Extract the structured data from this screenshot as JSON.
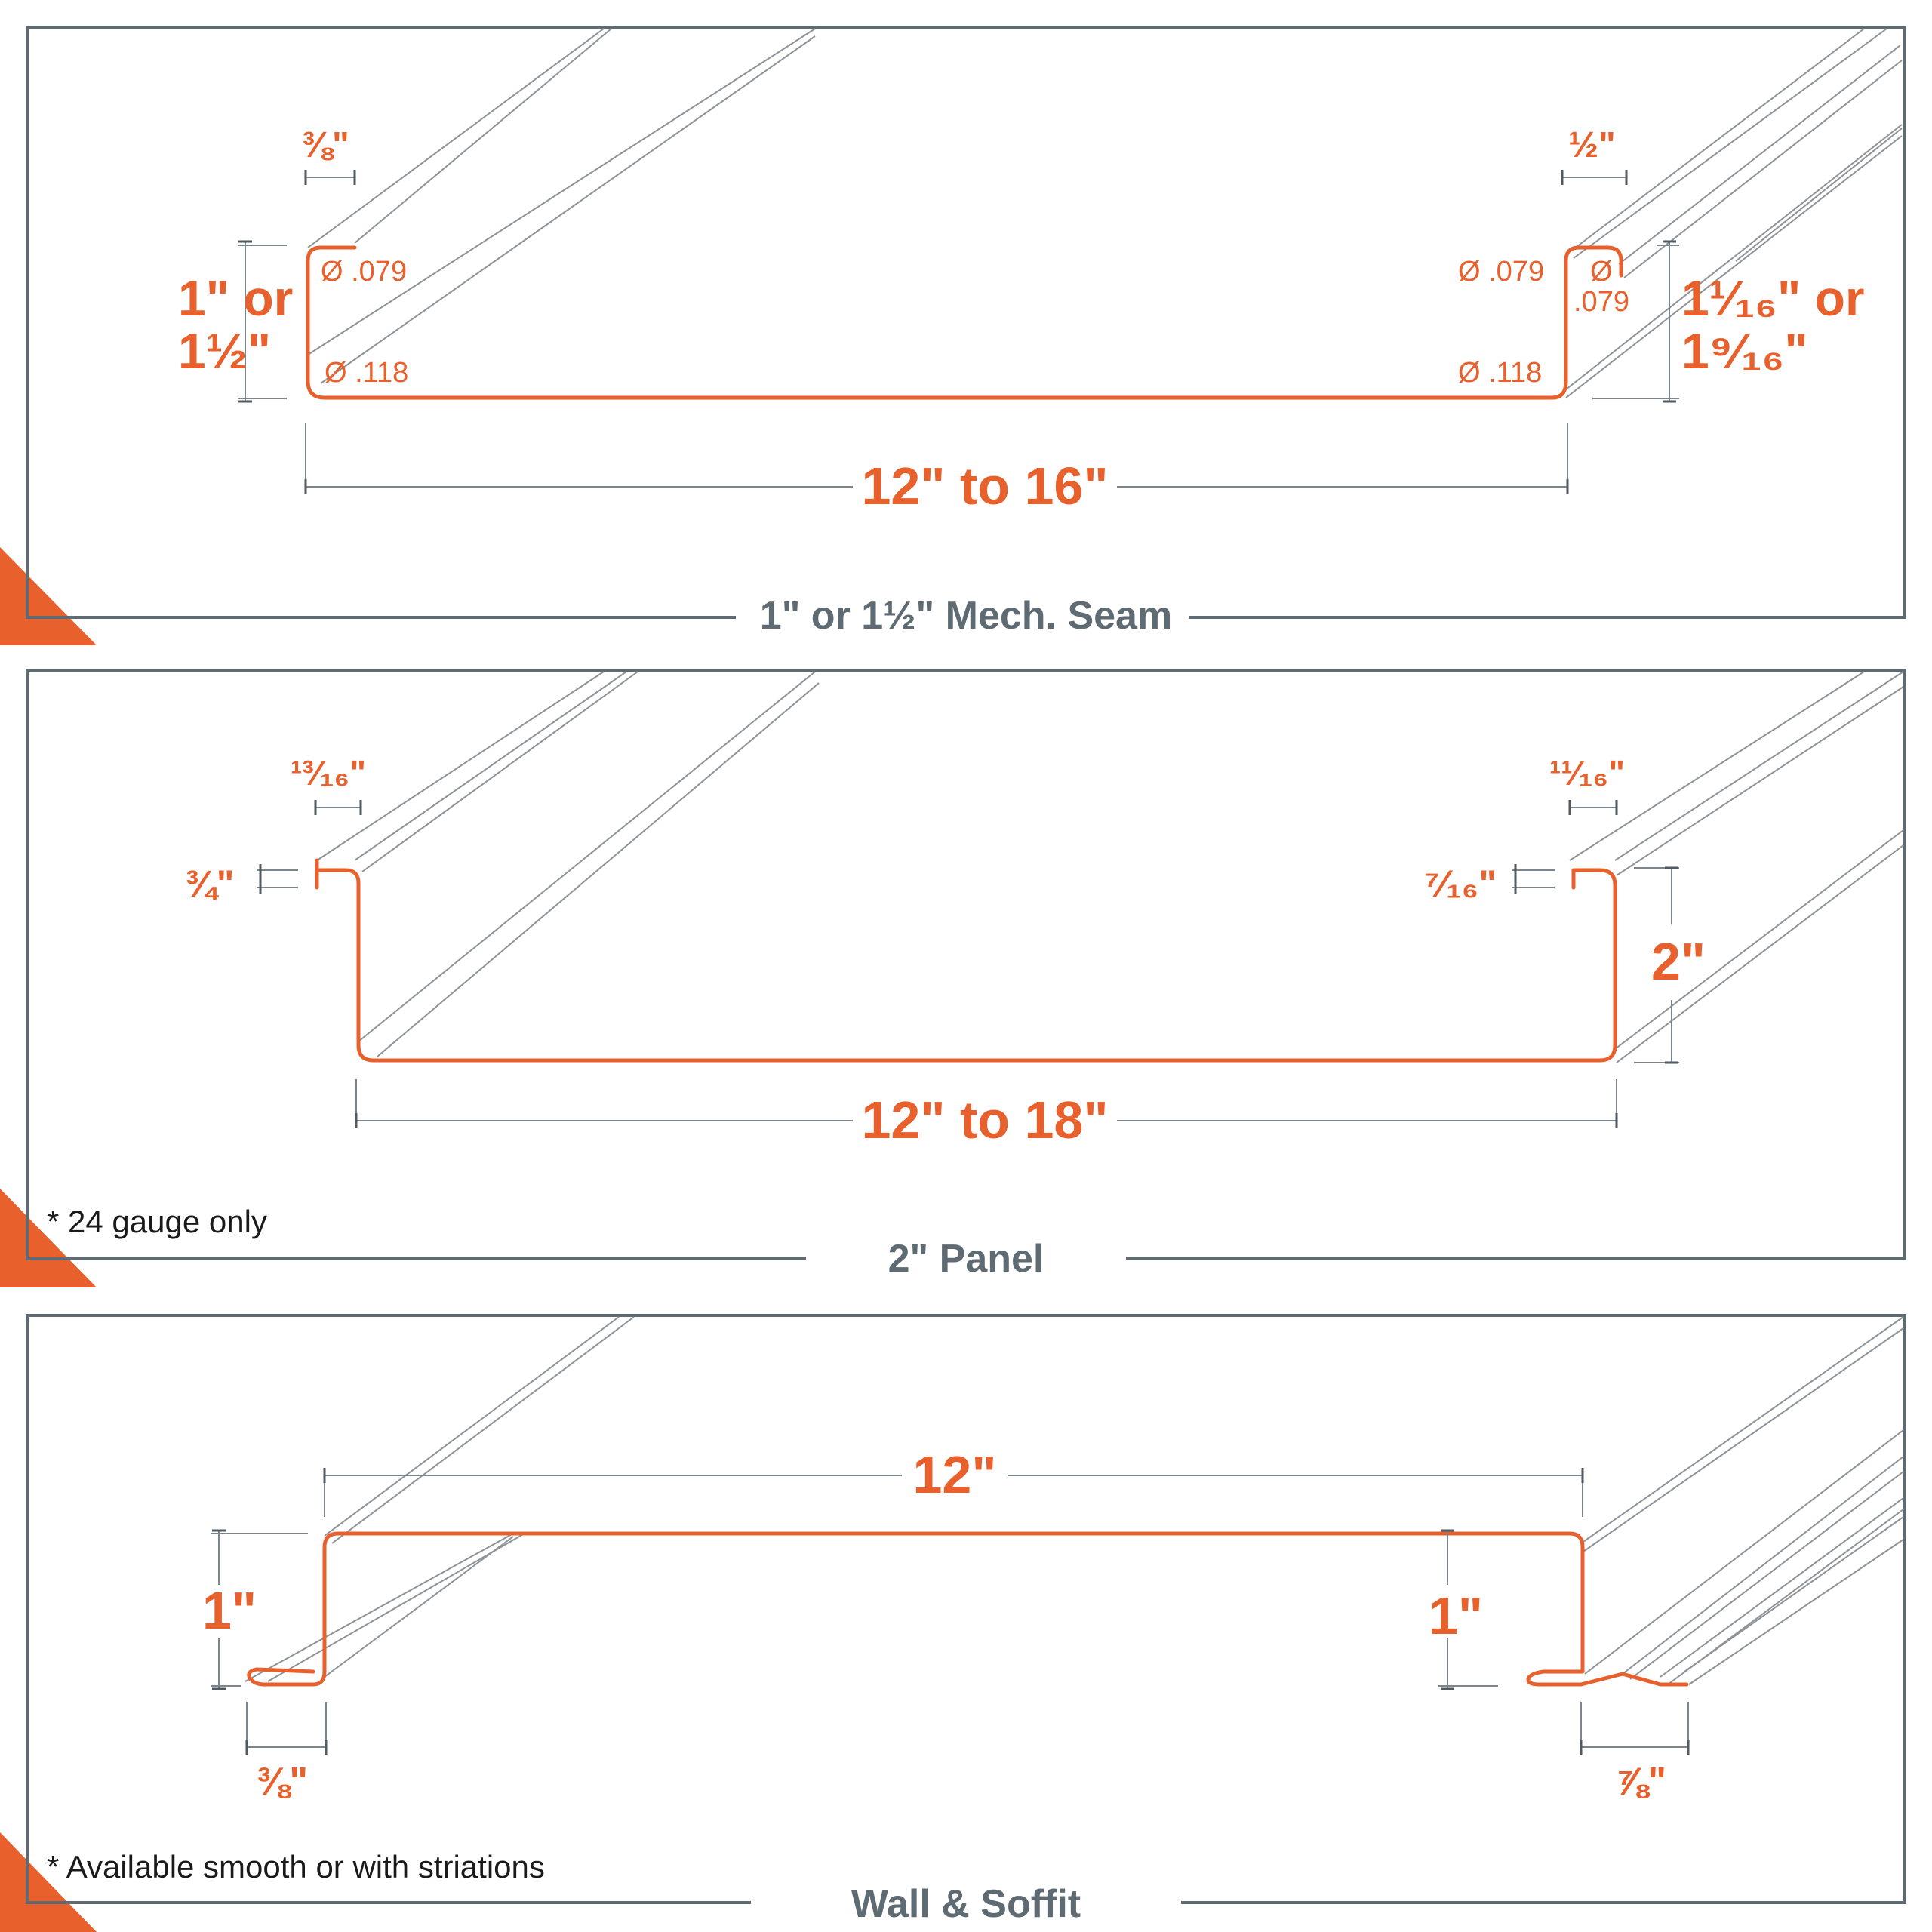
{
  "panels": [
    {
      "title": "1\" or 1½\" Mech. Seam",
      "labels": {
        "left_leg": "⅜\"",
        "right_leg": "½\"",
        "left_height_1": "1\" or",
        "left_height_2": "1½\"",
        "right_height_1": "1¹⁄₁₆\" or",
        "right_height_2": "1⁹⁄₁₆\"",
        "width": "12\" to 16\"",
        "radius_tl": "Ø .079",
        "radius_bl": "Ø .118",
        "radius_tr": "Ø .079",
        "radius_br": "Ø .118",
        "radius_hook_1": "Ø",
        "radius_hook_2": ".079"
      }
    },
    {
      "title": "2\" Panel",
      "note": "* 24 gauge only",
      "labels": {
        "left_leg": "¹³⁄₁₆\"",
        "right_leg": "¹¹⁄₁₆\"",
        "left_lip": "¾\"",
        "right_lip": "⁷⁄₁₆\"",
        "height": "2\"",
        "width": "12\" to 18\""
      }
    },
    {
      "title": "Wall & Soffit",
      "note": "* Available smooth or with striations",
      "labels": {
        "width": "12\"",
        "left_height": "1\"",
        "right_height": "1\"",
        "left_foot": "⅜\"",
        "right_foot": "⅞\""
      }
    }
  ],
  "colors": {
    "accent": "#e8602c",
    "frame": "#5f6b73",
    "geometry": "#8c9296"
  }
}
